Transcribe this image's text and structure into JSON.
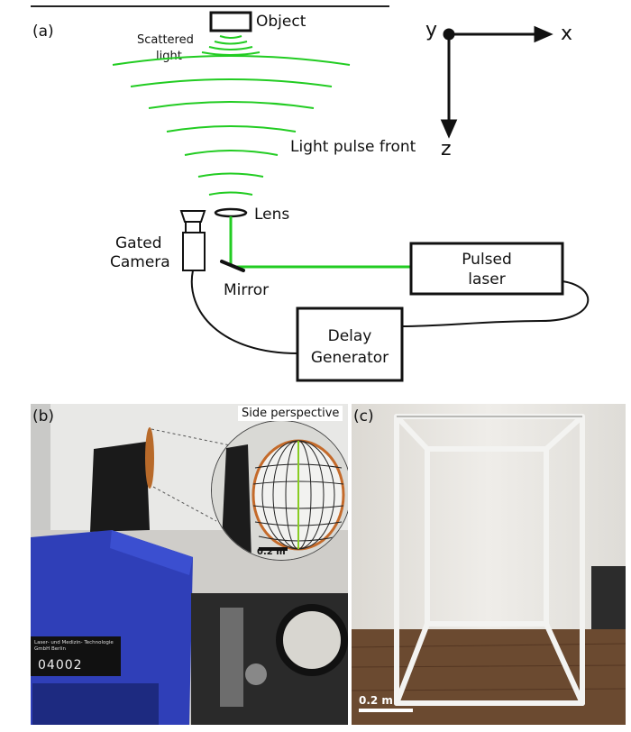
{
  "panel_a": {
    "label": "(a)",
    "object_label": "Object",
    "scattered_label_line1": "Scattered",
    "scattered_label_line2": "light",
    "pulse_front_label": "Light pulse front",
    "lens_label": "Lens",
    "camera_label_line1": "Gated",
    "camera_label_line2": "Camera",
    "mirror_label": "Mirror",
    "laser_label_line1": "Pulsed",
    "laser_label_line2": "laser",
    "delay_label_line1": "Delay",
    "delay_label_line2": "Generator",
    "axis_x": "x",
    "axis_y": "y",
    "axis_z": "z",
    "beam_color": "#22cc22"
  },
  "panel_b": {
    "label": "(b)",
    "inset_title": "Side perspective",
    "scale_label": "0.2 m",
    "camera_plate_small": "Laser- und Medizin- Technologie GmbH Berlin",
    "camera_plate_number": "04002"
  },
  "panel_c": {
    "label": "(c)",
    "scale_label": "0.2 m"
  }
}
